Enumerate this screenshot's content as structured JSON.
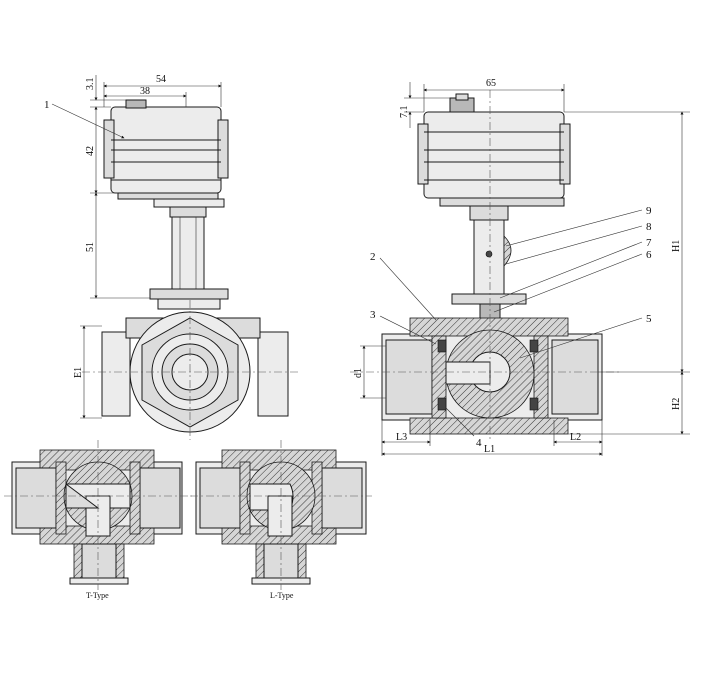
{
  "left_view": {
    "part_label": "1",
    "dims": {
      "top_height": "3.1",
      "overall_width": "54",
      "inner_width": "38",
      "actuator_height": "42",
      "bracket_height": "51",
      "e1": "E1"
    }
  },
  "right_view": {
    "part_labels": [
      "9",
      "8",
      "7",
      "6",
      "5",
      "4",
      "3",
      "2"
    ],
    "dims": {
      "top_height": "7.1",
      "overall_width": "65",
      "h1": "H1",
      "h2": "H2",
      "d1": "d1",
      "l1": "L1",
      "l2": "L2",
      "l3": "L3"
    }
  },
  "sections": {
    "t_type_label": "T-Type",
    "l_type_label": "L-Type"
  }
}
